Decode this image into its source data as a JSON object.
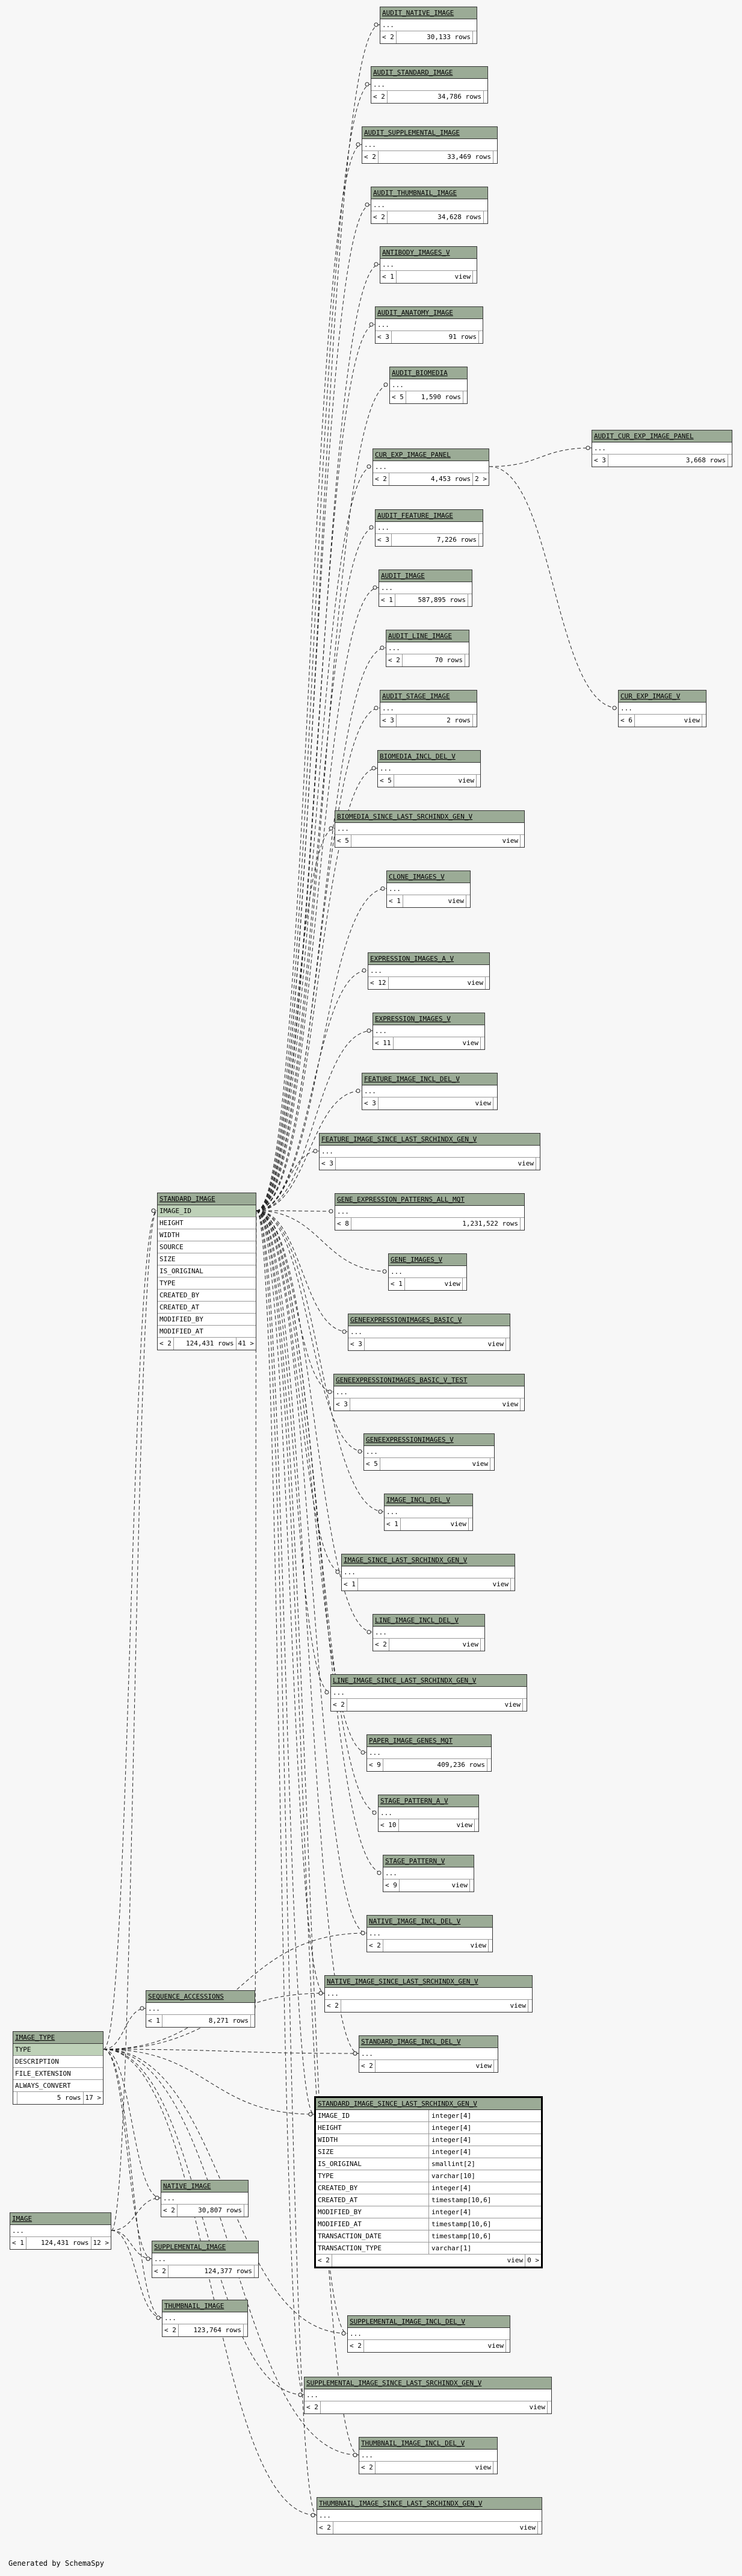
{
  "tables": [
    {
      "name": "AUDIT_NATIVE_IMAGE",
      "rows": [
        "..."
      ],
      "footer": {
        "lt": "< 2",
        "count": "30,133 rows",
        "gt": ""
      }
    },
    {
      "name": "AUDIT_STANDARD_IMAGE",
      "rows": [
        "..."
      ],
      "footer": {
        "lt": "< 2",
        "count": "34,786 rows",
        "gt": ""
      }
    },
    {
      "name": "AUDIT_SUPPLEMENTAL_IMAGE",
      "rows": [
        "..."
      ],
      "footer": {
        "lt": "< 2",
        "count": "33,469 rows",
        "gt": ""
      }
    },
    {
      "name": "AUDIT_THUMBNAIL_IMAGE",
      "rows": [
        "..."
      ],
      "footer": {
        "lt": "< 2",
        "count": "34,628 rows",
        "gt": ""
      }
    },
    {
      "name": "ANTIBODY_IMAGES_V",
      "rows": [
        "..."
      ],
      "footer": {
        "lt": "< 1",
        "count": "view",
        "gt": ""
      }
    },
    {
      "name": "AUDIT_ANATOMY_IMAGE",
      "rows": [
        "..."
      ],
      "footer": {
        "lt": "< 3",
        "count": "91 rows",
        "gt": ""
      }
    },
    {
      "name": "AUDIT_BIOMEDIA",
      "rows": [
        "..."
      ],
      "footer": {
        "lt": "< 5",
        "count": "1,590 rows",
        "gt": ""
      }
    },
    {
      "name": "CUR_EXP_IMAGE_PANEL",
      "rows": [
        "..."
      ],
      "footer": {
        "lt": "< 2",
        "count": "4,453 rows",
        "gt": "2 >"
      }
    },
    {
      "name": "AUDIT_CUR_EXP_IMAGE_PANEL",
      "rows": [
        "..."
      ],
      "footer": {
        "lt": "< 3",
        "count": "3,668 rows",
        "gt": ""
      }
    },
    {
      "name": "AUDIT_FEATURE_IMAGE",
      "rows": [
        "..."
      ],
      "footer": {
        "lt": "< 3",
        "count": "7,226 rows",
        "gt": ""
      }
    },
    {
      "name": "AUDIT_IMAGE",
      "rows": [
        "..."
      ],
      "footer": {
        "lt": "< 1",
        "count": "587,895 rows",
        "gt": ""
      }
    },
    {
      "name": "AUDIT_LINE_IMAGE",
      "rows": [
        "..."
      ],
      "footer": {
        "lt": "< 2",
        "count": "70 rows",
        "gt": ""
      }
    },
    {
      "name": "AUDIT_STAGE_IMAGE",
      "rows": [
        "..."
      ],
      "footer": {
        "lt": "< 3",
        "count": "2 rows",
        "gt": ""
      }
    },
    {
      "name": "CUR_EXP_IMAGE_V",
      "rows": [
        "..."
      ],
      "footer": {
        "lt": "< 6",
        "count": "view",
        "gt": ""
      }
    },
    {
      "name": "BIOMEDIA_INCL_DEL_V",
      "rows": [
        "..."
      ],
      "footer": {
        "lt": "< 5",
        "count": "view",
        "gt": ""
      }
    },
    {
      "name": "BIOMEDIA_SINCE_LAST_SRCHINDX_GEN_V",
      "rows": [
        "..."
      ],
      "footer": {
        "lt": "< 5",
        "count": "view",
        "gt": ""
      }
    },
    {
      "name": "CLONE_IMAGES_V",
      "rows": [
        "..."
      ],
      "footer": {
        "lt": "< 1",
        "count": "view",
        "gt": ""
      }
    },
    {
      "name": "EXPRESSION_IMAGES_A_V",
      "rows": [
        "..."
      ],
      "footer": {
        "lt": "< 12",
        "count": "view",
        "gt": ""
      }
    },
    {
      "name": "EXPRESSION_IMAGES_V",
      "rows": [
        "..."
      ],
      "footer": {
        "lt": "< 11",
        "count": "view",
        "gt": ""
      }
    },
    {
      "name": "FEATURE_IMAGE_INCL_DEL_V",
      "rows": [
        "..."
      ],
      "footer": {
        "lt": "< 3",
        "count": "view",
        "gt": ""
      }
    },
    {
      "name": "FEATURE_IMAGE_SINCE_LAST_SRCHINDX_GEN_V",
      "rows": [
        "..."
      ],
      "footer": {
        "lt": "< 3",
        "count": "view",
        "gt": ""
      }
    },
    {
      "name": "STANDARD_IMAGE",
      "rows": [
        "IMAGE_ID",
        "HEIGHT",
        "WIDTH",
        "SOURCE",
        "SIZE",
        "IS_ORIGINAL",
        "TYPE",
        "CREATED_BY",
        "CREATED_AT",
        "MODIFIED_BY",
        "MODIFIED_AT"
      ],
      "footer": {
        "lt": "< 2",
        "count": "124,431 rows",
        "gt": "41 >"
      }
    },
    {
      "name": "GENE_EXPRESSION_PATTERNS_ALL_MQT",
      "rows": [
        "..."
      ],
      "footer": {
        "lt": "< 8",
        "count": "1,231,522 rows",
        "gt": ""
      }
    },
    {
      "name": "GENE_IMAGES_V",
      "rows": [
        "..."
      ],
      "footer": {
        "lt": "< 1",
        "count": "view",
        "gt": ""
      }
    },
    {
      "name": "GENEEXPRESSIONIMAGES_BASIC_V",
      "rows": [
        "..."
      ],
      "footer": {
        "lt": "< 3",
        "count": "view",
        "gt": ""
      }
    },
    {
      "name": "GENEEXPRESSIONIMAGES_BASIC_V_TEST",
      "rows": [
        "..."
      ],
      "footer": {
        "lt": "< 3",
        "count": "view",
        "gt": ""
      }
    },
    {
      "name": "GENEEXPRESSIONIMAGES_V",
      "rows": [
        "..."
      ],
      "footer": {
        "lt": "< 5",
        "count": "view",
        "gt": ""
      }
    },
    {
      "name": "IMAGE_INCL_DEL_V",
      "rows": [
        "..."
      ],
      "footer": {
        "lt": "< 1",
        "count": "view",
        "gt": ""
      }
    },
    {
      "name": "IMAGE_SINCE_LAST_SRCHINDX_GEN_V",
      "rows": [
        "..."
      ],
      "footer": {
        "lt": "< 1",
        "count": "view",
        "gt": ""
      }
    },
    {
      "name": "LINE_IMAGE_INCL_DEL_V",
      "rows": [
        "..."
      ],
      "footer": {
        "lt": "< 2",
        "count": "view",
        "gt": ""
      }
    },
    {
      "name": "LINE_IMAGE_SINCE_LAST_SRCHINDX_GEN_V",
      "rows": [
        "..."
      ],
      "footer": {
        "lt": "< 2",
        "count": "view",
        "gt": ""
      }
    },
    {
      "name": "PAPER_IMAGE_GENES_MQT",
      "rows": [
        "..."
      ],
      "footer": {
        "lt": "< 9",
        "count": "409,236 rows",
        "gt": ""
      }
    },
    {
      "name": "STAGE_PATTERN_A_V",
      "rows": [
        "..."
      ],
      "footer": {
        "lt": "< 10",
        "count": "view",
        "gt": ""
      }
    },
    {
      "name": "STAGE_PATTERN_V",
      "rows": [
        "..."
      ],
      "footer": {
        "lt": "< 9",
        "count": "view",
        "gt": ""
      }
    },
    {
      "name": "NATIVE_IMAGE_INCL_DEL_V",
      "rows": [
        "..."
      ],
      "footer": {
        "lt": "< 2",
        "count": "view",
        "gt": ""
      }
    },
    {
      "name": "NATIVE_IMAGE_SINCE_LAST_SRCHINDX_GEN_V",
      "rows": [
        "..."
      ],
      "footer": {
        "lt": "< 2",
        "count": "view",
        "gt": ""
      }
    },
    {
      "name": "SEQUENCE_ACCESSIONS",
      "rows": [
        "..."
      ],
      "footer": {
        "lt": "< 1",
        "count": "8,271 rows",
        "gt": ""
      }
    },
    {
      "name": "STANDARD_IMAGE_INCL_DEL_V",
      "rows": [
        "..."
      ],
      "footer": {
        "lt": "< 2",
        "count": "view",
        "gt": ""
      }
    },
    {
      "name": "IMAGE_TYPE",
      "rows": [
        "TYPE",
        "DESCRIPTION",
        "FILE_EXTENSION",
        "ALWAYS_CONVERT"
      ],
      "footer": {
        "lt": "",
        "count": "5 rows",
        "gt": "17 >"
      }
    },
    {
      "name": "STANDARD_IMAGE_SINCE_LAST_SRCHINDX_GEN_V",
      "rows": [
        {
          "col": "IMAGE_ID",
          "type": "integer[4]"
        },
        {
          "col": "HEIGHT",
          "type": "integer[4]"
        },
        {
          "col": "WIDTH",
          "type": "integer[4]"
        },
        {
          "col": "SIZE",
          "type": "integer[4]"
        },
        {
          "col": "IS_ORIGINAL",
          "type": "smallint[2]"
        },
        {
          "col": "TYPE",
          "type": "varchar[10]"
        },
        {
          "col": "CREATED_BY",
          "type": "integer[4]"
        },
        {
          "col": "CREATED_AT",
          "type": "timestamp[10,6]"
        },
        {
          "col": "MODIFIED_BY",
          "type": "integer[4]"
        },
        {
          "col": "MODIFIED_AT",
          "type": "timestamp[10,6]"
        },
        {
          "col": "TRANSACTION_DATE",
          "type": "timestamp[10,6]"
        },
        {
          "col": "TRANSACTION_TYPE",
          "type": "varchar[1]"
        }
      ],
      "footer": {
        "lt": "< 2",
        "count": "view",
        "gt": "0 >"
      }
    },
    {
      "name": "NATIVE_IMAGE",
      "rows": [
        "..."
      ],
      "footer": {
        "lt": "< 2",
        "count": "30,807 rows",
        "gt": ""
      }
    },
    {
      "name": "IMAGE",
      "rows": [
        "..."
      ],
      "footer": {
        "lt": "< 1",
        "count": "124,431 rows",
        "gt": "12 >"
      }
    },
    {
      "name": "SUPPLEMENTAL_IMAGE",
      "rows": [
        "..."
      ],
      "footer": {
        "lt": "< 2",
        "count": "124,377 rows",
        "gt": ""
      }
    },
    {
      "name": "SUPPLEMENTAL_IMAGE_INCL_DEL_V",
      "rows": [
        "..."
      ],
      "footer": {
        "lt": "< 2",
        "count": "view",
        "gt": ""
      }
    },
    {
      "name": "THUMBNAIL_IMAGE",
      "rows": [
        "..."
      ],
      "footer": {
        "lt": "< 2",
        "count": "123,764 rows",
        "gt": ""
      }
    },
    {
      "name": "SUPPLEMENTAL_IMAGE_SINCE_LAST_SRCHINDX_GEN_V",
      "rows": [
        "..."
      ],
      "footer": {
        "lt": "< 2",
        "count": "view",
        "gt": ""
      }
    },
    {
      "name": "THUMBNAIL_IMAGE_INCL_DEL_V",
      "rows": [
        "..."
      ],
      "footer": {
        "lt": "< 2",
        "count": "view",
        "gt": ""
      }
    },
    {
      "name": "THUMBNAIL_IMAGE_SINCE_LAST_SRCHINDX_GEN_V",
      "rows": [
        "..."
      ],
      "footer": {
        "lt": "< 2",
        "count": "view",
        "gt": ""
      }
    }
  ],
  "relationships": [
    [
      "STANDARD_IMAGE",
      "AUDIT_NATIVE_IMAGE"
    ],
    [
      "STANDARD_IMAGE",
      "AUDIT_STANDARD_IMAGE"
    ],
    [
      "STANDARD_IMAGE",
      "AUDIT_SUPPLEMENTAL_IMAGE"
    ],
    [
      "STANDARD_IMAGE",
      "AUDIT_THUMBNAIL_IMAGE"
    ],
    [
      "STANDARD_IMAGE",
      "ANTIBODY_IMAGES_V"
    ],
    [
      "STANDARD_IMAGE",
      "AUDIT_ANATOMY_IMAGE"
    ],
    [
      "STANDARD_IMAGE",
      "AUDIT_BIOMEDIA"
    ],
    [
      "STANDARD_IMAGE",
      "CUR_EXP_IMAGE_PANEL"
    ],
    [
      "CUR_EXP_IMAGE_PANEL",
      "AUDIT_CUR_EXP_IMAGE_PANEL"
    ],
    [
      "CUR_EXP_IMAGE_PANEL",
      "CUR_EXP_IMAGE_V"
    ],
    [
      "STANDARD_IMAGE",
      "AUDIT_FEATURE_IMAGE"
    ],
    [
      "STANDARD_IMAGE",
      "AUDIT_IMAGE"
    ],
    [
      "STANDARD_IMAGE",
      "AUDIT_LINE_IMAGE"
    ],
    [
      "STANDARD_IMAGE",
      "AUDIT_STAGE_IMAGE"
    ],
    [
      "STANDARD_IMAGE",
      "BIOMEDIA_INCL_DEL_V"
    ],
    [
      "STANDARD_IMAGE",
      "BIOMEDIA_SINCE_LAST_SRCHINDX_GEN_V"
    ],
    [
      "STANDARD_IMAGE",
      "CLONE_IMAGES_V"
    ],
    [
      "STANDARD_IMAGE",
      "EXPRESSION_IMAGES_A_V"
    ],
    [
      "STANDARD_IMAGE",
      "EXPRESSION_IMAGES_V"
    ],
    [
      "STANDARD_IMAGE",
      "FEATURE_IMAGE_INCL_DEL_V"
    ],
    [
      "STANDARD_IMAGE",
      "FEATURE_IMAGE_SINCE_LAST_SRCHINDX_GEN_V"
    ],
    [
      "STANDARD_IMAGE",
      "GENE_EXPRESSION_PATTERNS_ALL_MQT"
    ],
    [
      "STANDARD_IMAGE",
      "GENE_IMAGES_V"
    ],
    [
      "STANDARD_IMAGE",
      "GENEEXPRESSIONIMAGES_BASIC_V"
    ],
    [
      "STANDARD_IMAGE",
      "GENEEXPRESSIONIMAGES_BASIC_V_TEST"
    ],
    [
      "STANDARD_IMAGE",
      "GENEEXPRESSIONIMAGES_V"
    ],
    [
      "STANDARD_IMAGE",
      "IMAGE_INCL_DEL_V"
    ],
    [
      "STANDARD_IMAGE",
      "IMAGE_SINCE_LAST_SRCHINDX_GEN_V"
    ],
    [
      "STANDARD_IMAGE",
      "LINE_IMAGE_INCL_DEL_V"
    ],
    [
      "STANDARD_IMAGE",
      "LINE_IMAGE_SINCE_LAST_SRCHINDX_GEN_V"
    ],
    [
      "STANDARD_IMAGE",
      "PAPER_IMAGE_GENES_MQT"
    ],
    [
      "STANDARD_IMAGE",
      "STAGE_PATTERN_A_V"
    ],
    [
      "STANDARD_IMAGE",
      "STAGE_PATTERN_V"
    ],
    [
      "STANDARD_IMAGE",
      "NATIVE_IMAGE_INCL_DEL_V"
    ],
    [
      "STANDARD_IMAGE",
      "NATIVE_IMAGE_SINCE_LAST_SRCHINDX_GEN_V"
    ],
    [
      "STANDARD_IMAGE",
      "SEQUENCE_ACCESSIONS"
    ],
    [
      "STANDARD_IMAGE",
      "STANDARD_IMAGE_INCL_DEL_V"
    ],
    [
      "STANDARD_IMAGE",
      "STANDARD_IMAGE_SINCE_LAST_SRCHINDX_GEN_V"
    ],
    [
      "STANDARD_IMAGE",
      "SUPPLEMENTAL_IMAGE_INCL_DEL_V"
    ],
    [
      "STANDARD_IMAGE",
      "SUPPLEMENTAL_IMAGE_SINCE_LAST_SRCHINDX_GEN_V"
    ],
    [
      "STANDARD_IMAGE",
      "THUMBNAIL_IMAGE_INCL_DEL_V"
    ],
    [
      "STANDARD_IMAGE",
      "THUMBNAIL_IMAGE_SINCE_LAST_SRCHINDX_GEN_V"
    ],
    [
      "IMAGE_TYPE",
      "STANDARD_IMAGE"
    ],
    [
      "IMAGE_TYPE",
      "SEQUENCE_ACCESSIONS"
    ],
    [
      "IMAGE_TYPE",
      "NATIVE_IMAGE"
    ],
    [
      "IMAGE_TYPE",
      "SUPPLEMENTAL_IMAGE"
    ],
    [
      "IMAGE_TYPE",
      "THUMBNAIL_IMAGE"
    ],
    [
      "IMAGE_TYPE",
      "NATIVE_IMAGE_INCL_DEL_V"
    ],
    [
      "IMAGE_TYPE",
      "NATIVE_IMAGE_SINCE_LAST_SRCHINDX_GEN_V"
    ],
    [
      "IMAGE_TYPE",
      "STANDARD_IMAGE_INCL_DEL_V"
    ],
    [
      "IMAGE_TYPE",
      "STANDARD_IMAGE_SINCE_LAST_SRCHINDX_GEN_V"
    ],
    [
      "IMAGE_TYPE",
      "SUPPLEMENTAL_IMAGE_INCL_DEL_V"
    ],
    [
      "IMAGE_TYPE",
      "SUPPLEMENTAL_IMAGE_SINCE_LAST_SRCHINDX_GEN_V"
    ],
    [
      "IMAGE_TYPE",
      "THUMBNAIL_IMAGE_INCL_DEL_V"
    ],
    [
      "IMAGE_TYPE",
      "THUMBNAIL_IMAGE_SINCE_LAST_SRCHINDX_GEN_V"
    ],
    [
      "IMAGE",
      "NATIVE_IMAGE"
    ],
    [
      "IMAGE",
      "SUPPLEMENTAL_IMAGE"
    ],
    [
      "IMAGE",
      "THUMBNAIL_IMAGE"
    ],
    [
      "IMAGE",
      "STANDARD_IMAGE"
    ]
  ],
  "footer_text": "Generated by SchemaSpy"
}
